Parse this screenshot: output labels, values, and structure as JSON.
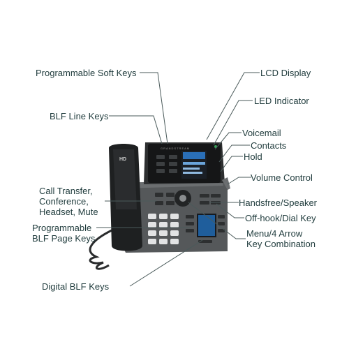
{
  "diagram": {
    "callouts": {
      "programmable_soft_keys": "Programmable Soft Keys",
      "blf_line_keys": "BLF Line Keys",
      "call_transfer_lines": [
        "Call Transfer,",
        "Conference,",
        "Headset, Mute"
      ],
      "programmable_blf_page_keys_lines": [
        "Programmable",
        "BLF Page Keys"
      ],
      "digital_blf_keys": "Digital BLF Keys",
      "lcd_display": "LCD Display",
      "led_indicator": "LED Indicator",
      "voicemail": "Voicemail",
      "contacts": "Contacts",
      "hold": "Hold",
      "volume_control": "Volume Control",
      "handsfree_speaker": "Handsfree/Speaker",
      "offhook_dial_key": "Off-hook/Dial Key",
      "menu_arrow_lines": [
        "Menu/4 Arrow",
        "Key Combination"
      ]
    },
    "handset_text": "HD",
    "brand_text": "GRANDSTREAM",
    "colors": {
      "label_text": "#1f3b3c",
      "leader_line": "#4a5a5a",
      "phone_body": "#4a4d4f",
      "phone_dark": "#1e2021",
      "screen_blue": "#2a6fb8"
    }
  }
}
